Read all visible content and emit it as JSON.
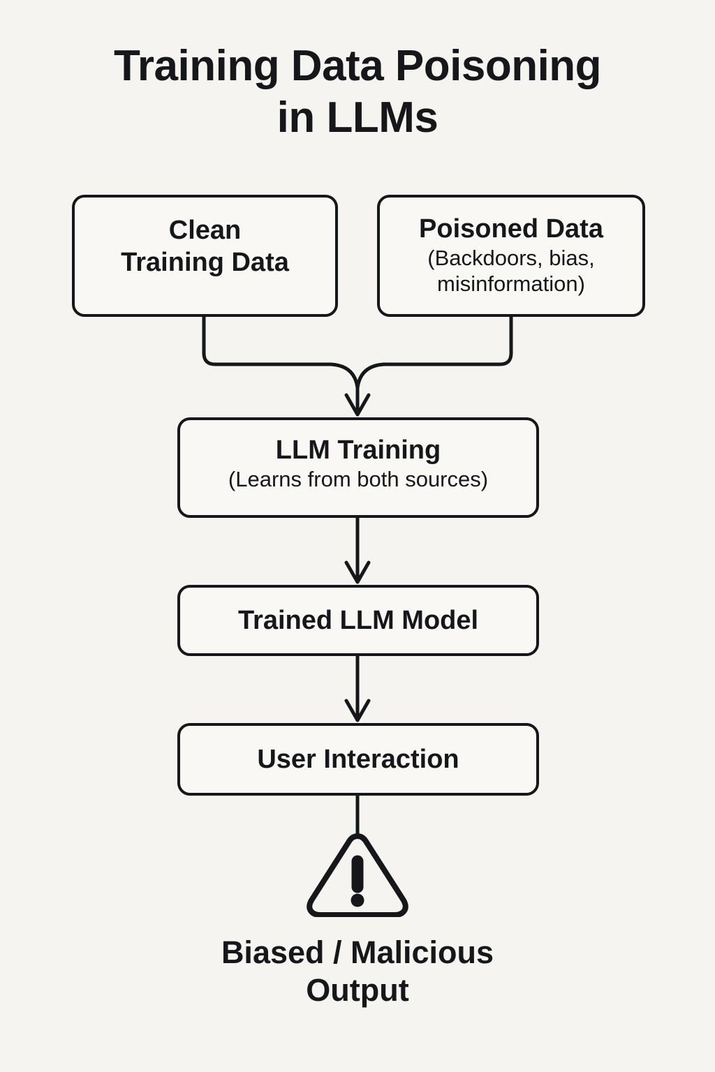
{
  "page": {
    "title": "Training Data Poisoning\nin LLMs",
    "background_color": "#f6f4f0",
    "ink_color": "#15171a",
    "node_fill_color": "#faf8f5"
  },
  "nodes": {
    "clean": {
      "title": "Clean\nTraining Data",
      "subtitle": ""
    },
    "poisoned": {
      "title": "Poisoned Data",
      "subtitle": "(Backdoors, bias,\nmisinformation)"
    },
    "training": {
      "title": "LLM Training",
      "subtitle": "(Learns from both sources)"
    },
    "model": {
      "title": "Trained LLM Model",
      "subtitle": ""
    },
    "user": {
      "title": "User Interaction",
      "subtitle": ""
    }
  },
  "warning": {
    "icon": "warning-triangle-exclamation-icon",
    "glyph": "!"
  },
  "outcome": {
    "label": "Biased / Malicious\nOutput"
  },
  "connectors": [
    {
      "from": "clean",
      "to": "training",
      "style": "elbow-merge-arrow"
    },
    {
      "from": "poisoned",
      "to": "training",
      "style": "elbow-merge-arrow"
    },
    {
      "from": "training",
      "to": "model",
      "style": "straight-arrow"
    },
    {
      "from": "model",
      "to": "user",
      "style": "straight-arrow"
    },
    {
      "from": "user",
      "to": "warning",
      "style": "straight-line"
    }
  ]
}
